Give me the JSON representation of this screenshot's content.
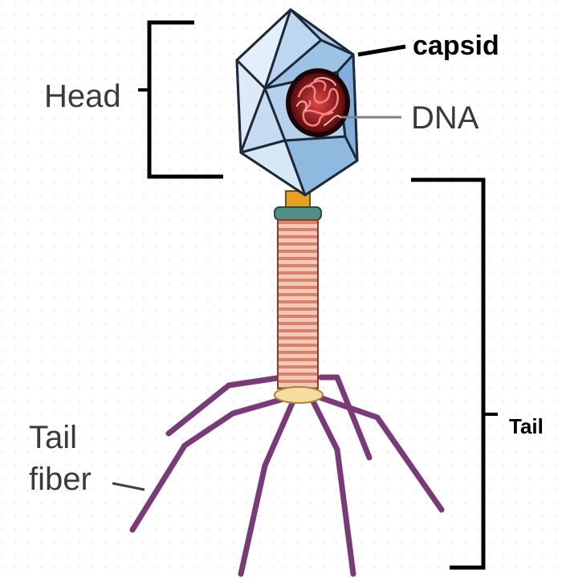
{
  "labels": {
    "head": "Head",
    "capsid": "capsid",
    "dna": "DNA",
    "tail": "Tail",
    "tail_fiber_line1": "Tail",
    "tail_fiber_line2": "fiber"
  },
  "colors": {
    "capsid_fill": "#cfe3f5",
    "capsid_dark": "#8fb9df",
    "capsid_edge": "#1e2a3a",
    "dna_core": "#c91f1f",
    "tail_sheath": "#e6a48c",
    "collar": "#4f8f86",
    "neck": "#e8a020",
    "fiber": "#7a3a78",
    "bracket": "#000000",
    "leader": "#808080"
  }
}
